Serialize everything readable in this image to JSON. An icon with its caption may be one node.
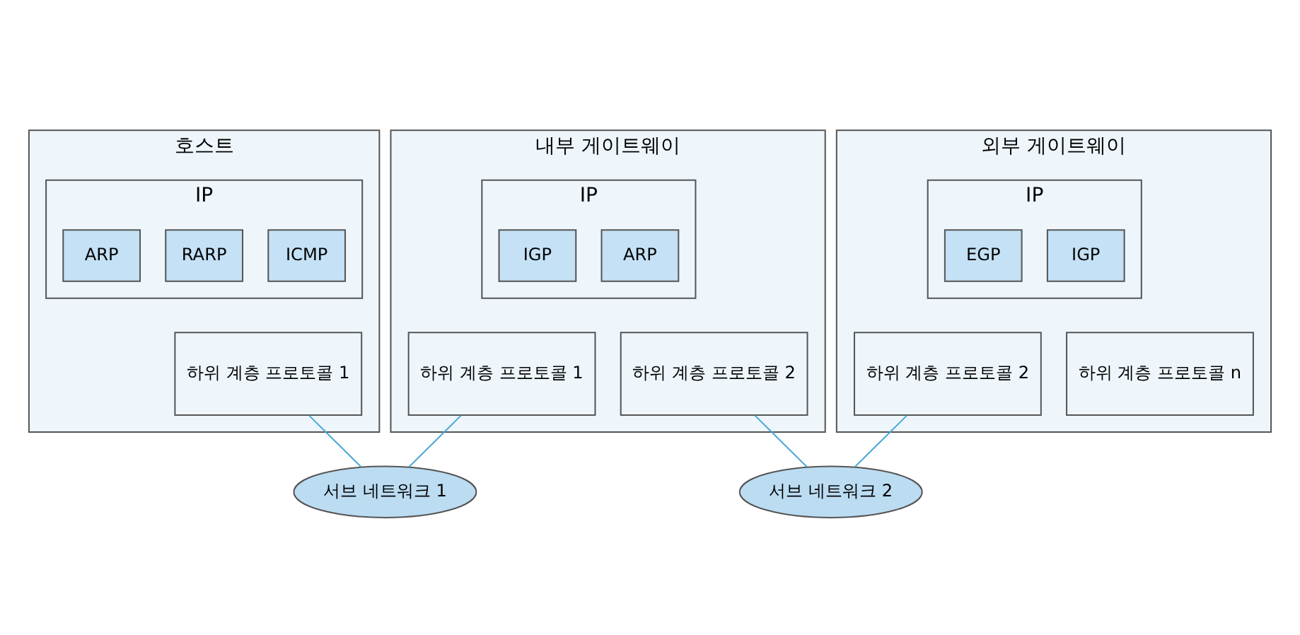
{
  "diagram": {
    "nodes": [
      {
        "text": [
          "호스트"
        ]
      },
      {
        "text": [
          "IP"
        ],
        "in": 0
      },
      {
        "text": [
          "ICMP"
        ],
        "in": 1
      },
      {
        "text": [
          "RARP"
        ],
        "in": 1
      },
      {
        "text": [
          "ARP"
        ],
        "in": 1
      },
      {
        "text": [
          "하위 계층 프로토콜 1"
        ],
        "in": 0
      },
      {
        "text": [
          "내부 게이트웨이"
        ]
      },
      {
        "text": [
          "IP"
        ],
        "in": 6
      },
      {
        "text": [
          "ARP"
        ],
        "in": 7
      },
      {
        "text": [
          "IGP"
        ],
        "in": 7
      },
      {
        "text": [
          "하위 계층 프로토콜 1"
        ],
        "in": 6
      },
      {
        "text": [
          "하위 계층 프로토콜 2"
        ],
        "in": 6
      },
      {
        "text": [
          "외부 게이트웨이"
        ]
      },
      {
        "text": [
          "IP"
        ],
        "in": 12
      },
      {
        "text": [
          "IGP"
        ],
        "in": 13
      },
      {
        "text": [
          "EGP"
        ],
        "in": 13
      },
      {
        "text": [
          "하위 계층 프로토콜 2"
        ],
        "in": 12
      },
      {
        "text": [
          "하위 계층 프로토콜 n"
        ],
        "in": 12
      },
      {
        "text": [
          "서브 네트워크 1"
        ]
      },
      {
        "text": [
          "서브 네트워크 2"
        ]
      }
    ],
    "edges": [
      {
        "from": 5,
        "to": 18,
        "arrow": "none",
        "color": "#4aa8d8"
      },
      {
        "from": 10,
        "to": 18,
        "arrow": "none",
        "color": "#4aa8d8"
      },
      {
        "from": 11,
        "to": 19,
        "arrow": "none",
        "color": "#4aa8d8"
      },
      {
        "from": 16,
        "to": 19,
        "arrow": "none",
        "color": "#4aa8d8"
      }
    ]
  }
}
